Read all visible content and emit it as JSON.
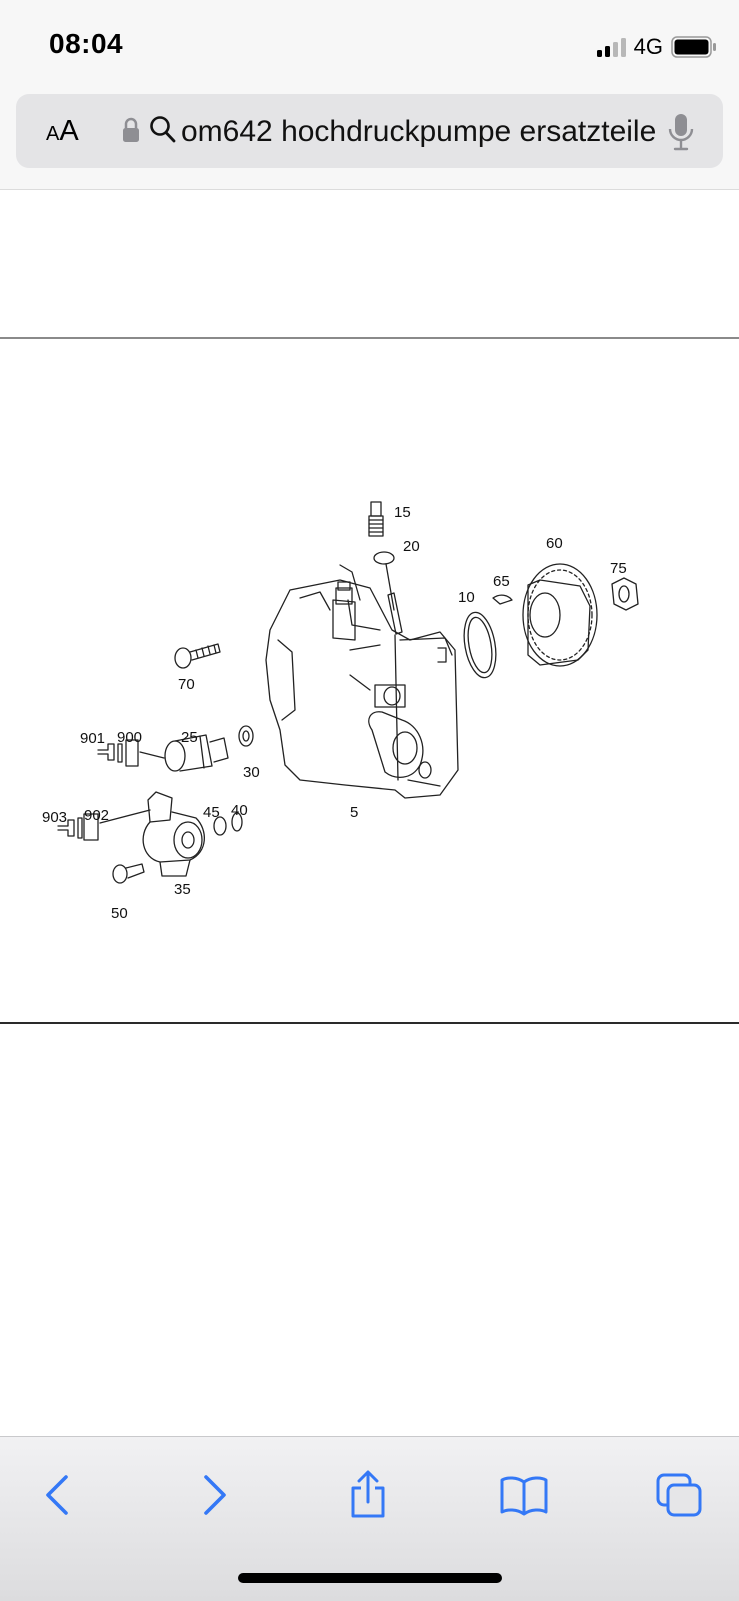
{
  "status_bar": {
    "time": "08:04",
    "network": "4G",
    "signal_bars_active": 2,
    "signal_bars_total": 4
  },
  "browser": {
    "text_size_label": "AA",
    "address_query": "om642 hochdruckpumpe ersatzteile",
    "icons": [
      "lock-icon",
      "search-icon",
      "microphone-icon"
    ]
  },
  "diagram": {
    "labels": {
      "p15": "15",
      "p20": "20",
      "p60": "60",
      "p75": "75",
      "p65": "65",
      "p10": "10",
      "p70": "70",
      "p901": "901",
      "p900": "900",
      "p25": "25",
      "p30": "30",
      "p903": "903",
      "p902": "902",
      "p45": "45",
      "p40": "40",
      "p5": "5",
      "p35": "35",
      "p50": "50"
    }
  },
  "toolbar": {
    "items": [
      "back-icon",
      "forward-icon",
      "share-icon",
      "bookmarks-icon",
      "tabs-icon"
    ],
    "accent_color": "#3478f6"
  }
}
